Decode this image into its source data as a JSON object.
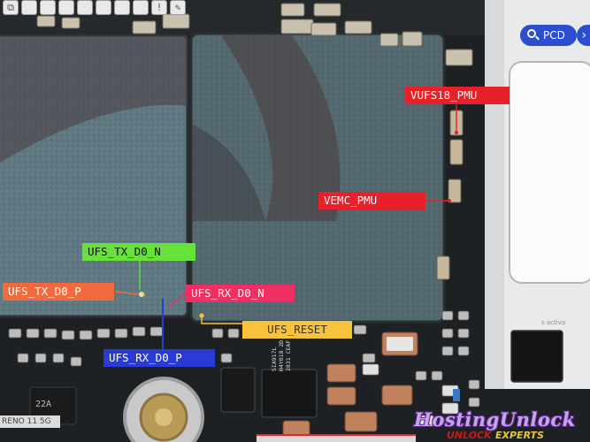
{
  "toolbar": {
    "icons": [
      "copy-icon",
      "square-icon",
      "square-icon",
      "square-icon",
      "square-icon",
      "square-icon",
      "square-icon",
      "square-icon",
      "square-icon",
      "exclamation-icon",
      "edit-icon"
    ]
  },
  "top_right": {
    "pcd_label": "PCD",
    "next_icon": "chevron-right-icon"
  },
  "labels": {
    "vufs18_pmu": "VUFS18_PMU",
    "vemc_pmu": "VEMC_PMU",
    "ufs_tx_d0_n": "UFS_TX_D0_N",
    "ufs_tx_d0_p": "UFS_TX_D0_P",
    "ufs_rx_d0_n": "UFS_RX_D0_N",
    "ufs_reset": "UFS_RESET",
    "ufs_rx_d0_p": "UFS_RX_D0_P"
  },
  "silkscreen": {
    "chip_text": "SIA917L\nH4Y018 2D\n2831 CEAF",
    "chip_22a": "22A",
    "activate_hint": "s activa"
  },
  "footer": {
    "model": "RENO 11 5G",
    "watermark": "HostingUnlock",
    "sub_left": "UNLOCK",
    "sub_right": "EXPERTS"
  },
  "colors": {
    "red": "#e8202a",
    "green": "#66e23a",
    "orange": "#f26a3c",
    "pink": "#ef2f64",
    "yellow": "#f7c33a",
    "blue": "#2a3ad6",
    "pcb": "#1c1f22"
  }
}
